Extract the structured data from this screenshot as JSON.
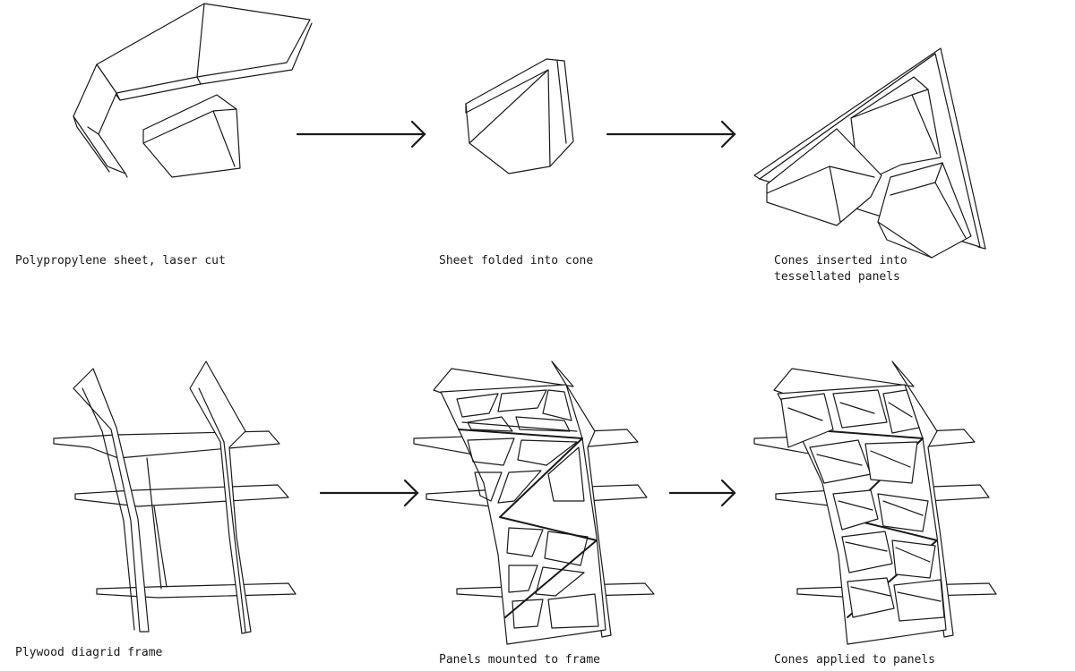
{
  "steps": [
    {
      "caption_lines": [
        "Polypropylene sheet, laser cut"
      ]
    },
    {
      "caption_lines": [
        "Sheet folded into cone"
      ]
    },
    {
      "caption_lines": [
        "Cones inserted into",
        "tessellated panels"
      ]
    },
    {
      "caption_lines": [
        "Plywood diagrid frame"
      ]
    },
    {
      "caption_lines": [
        "Panels mounted to frame"
      ]
    },
    {
      "caption_lines": [
        "Cones applied to panels"
      ]
    }
  ],
  "arrows": [
    {
      "from_step": 1,
      "to_step": 2
    },
    {
      "from_step": 2,
      "to_step": 3
    },
    {
      "from_step": 4,
      "to_step": 5
    },
    {
      "from_step": 5,
      "to_step": 6
    }
  ]
}
